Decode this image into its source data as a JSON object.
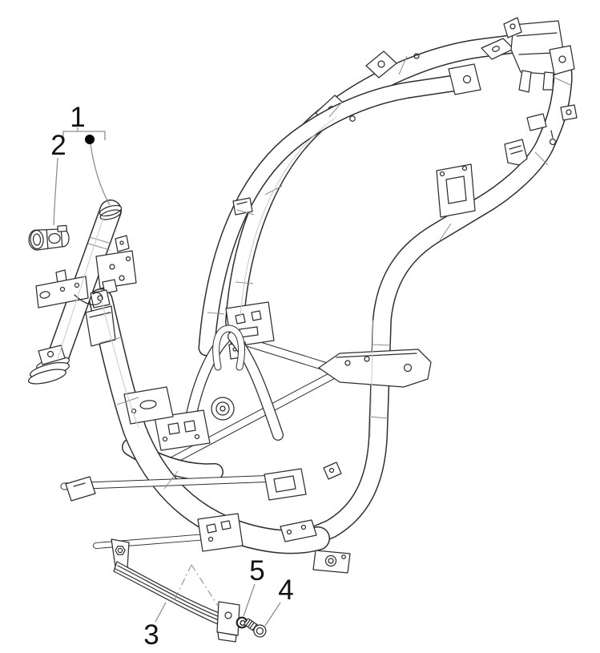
{
  "figure": {
    "callouts": [
      {
        "label": "1"
      },
      {
        "label": "2"
      },
      {
        "label": "3"
      },
      {
        "label": "4"
      },
      {
        "label": "5"
      }
    ]
  },
  "colors": {
    "background": "#ffffff",
    "line": "#2f2f2f",
    "leader": "#8f8f8f",
    "callout_text": "#111111",
    "callout_dot": "#000000"
  }
}
